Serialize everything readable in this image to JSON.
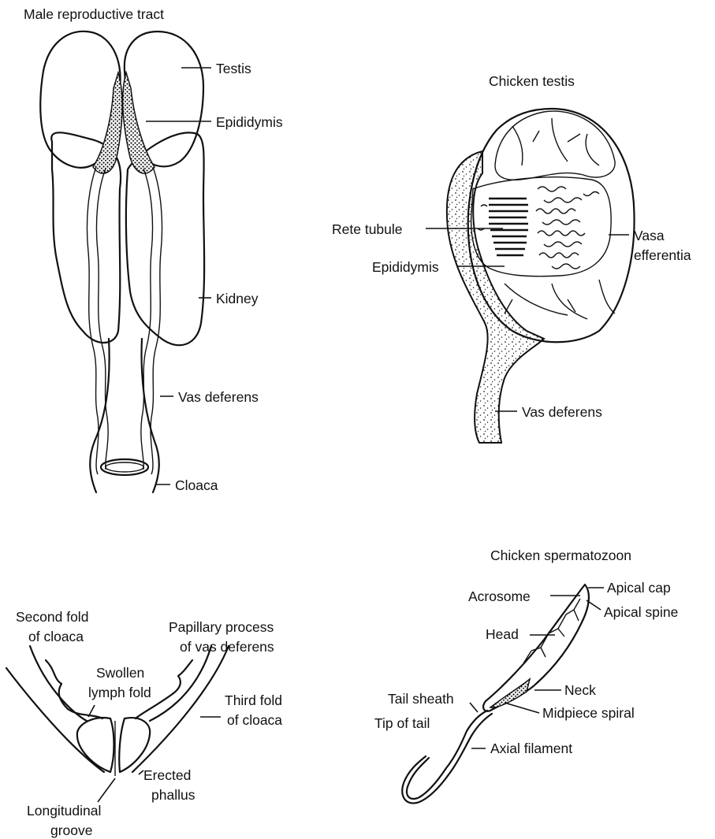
{
  "panels": {
    "male_tract": {
      "title": "Male reproductive tract",
      "labels": {
        "testis": "Testis",
        "epididymis": "Epididymis",
        "kidney": "Kidney",
        "vas_deferens": "Vas deferens",
        "cloaca": "Cloaca"
      }
    },
    "chicken_testis": {
      "title": "Chicken testis",
      "labels": {
        "rete_tubule": "Rete tubule",
        "epididymis": "Epididymis",
        "vasa_line1": "Vasa",
        "vasa_line2": "efferentia",
        "vas_deferens": "Vas deferens"
      }
    },
    "cloaca_detail": {
      "labels": {
        "second_fold_line1": "Second fold",
        "second_fold_line2": "of cloaca",
        "papillary_line1": "Papillary process",
        "papillary_line2": "of vas deferens",
        "swollen_line1": "Swollen",
        "swollen_line2": "lymph fold",
        "third_fold_line1": "Third fold",
        "third_fold_line2": "of cloaca",
        "erected_line1": "Erected",
        "erected_line2": "phallus",
        "longitudinal_line1": "Longitudinal",
        "longitudinal_line2": "groove"
      }
    },
    "spermatozoon": {
      "title": "Chicken spermatozoon",
      "labels": {
        "acrosome": "Acrosome",
        "apical_cap": "Apical cap",
        "apical_spine": "Apical spine",
        "head": "Head",
        "neck": "Neck",
        "tail_sheath": "Tail sheath",
        "midpiece_spiral": "Midpiece spiral",
        "tip_of_tail": "Tip of tail",
        "axial_filament": "Axial filament"
      }
    }
  }
}
